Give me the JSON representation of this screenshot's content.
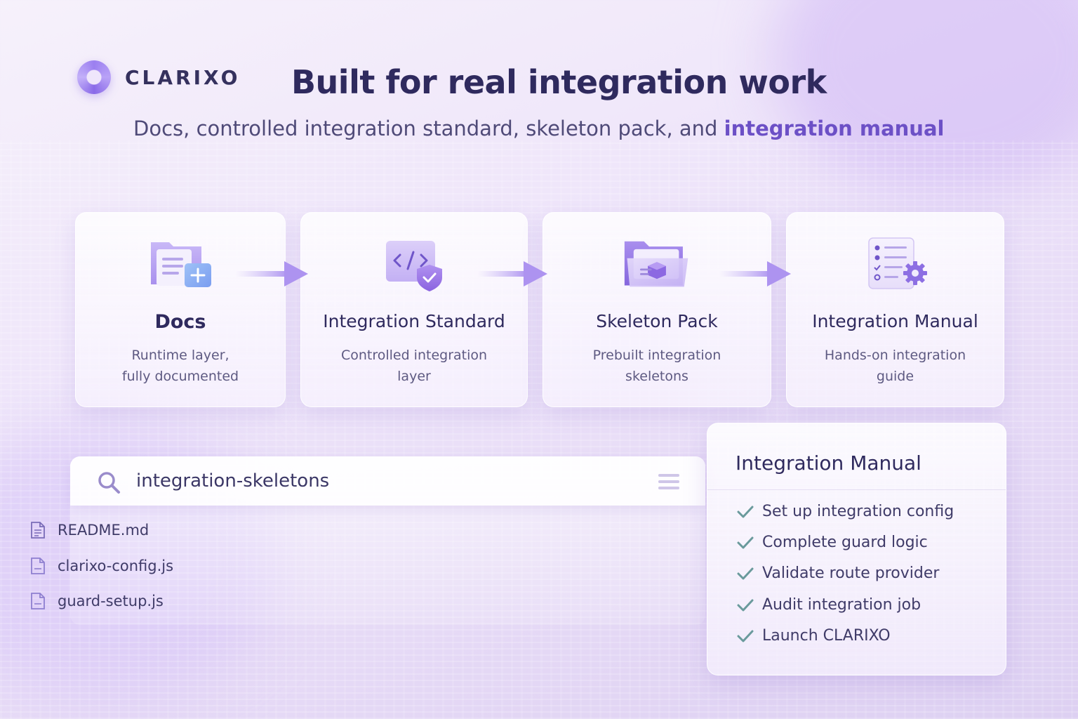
{
  "brand": {
    "name": "CLARIXO",
    "logo_icon": "clarixo-ring-logo"
  },
  "header": {
    "title": "Built for real integration work",
    "subtitle_plain": "Docs, controlled integration standard, skeleton pack, and ",
    "subtitle_strong": "integration manual"
  },
  "colors": {
    "accent": "#6c50c6",
    "arrow": "#b39cf2",
    "check": "#6a9a9c",
    "title": "#2f2a5e"
  },
  "cards": [
    {
      "icon": "folder-plus-icon",
      "title": "Docs",
      "desc_1": "Runtime layer,",
      "desc_2": "fully documented"
    },
    {
      "icon": "code-shield-icon",
      "title": "Integration Standard",
      "desc_1": "Controlled integration",
      "desc_2": "layer"
    },
    {
      "icon": "folder-gem-icon",
      "title": "Skeleton Pack",
      "desc_1": "Prebuilt integration",
      "desc_2": "skeletons"
    },
    {
      "icon": "checklist-gear-icon",
      "title": "Integration Manual",
      "desc_1": "Hands-on integration",
      "desc_2": "guide"
    }
  ],
  "search": {
    "query": "integration-skeletons",
    "files": [
      "README.md",
      "clarixo-config.js",
      "guard-setup.js"
    ]
  },
  "manual": {
    "title": "Integration Manual",
    "items": [
      "Set up integration config",
      "Complete guard logic",
      "Validate route provider",
      "Audit integration job",
      "Launch CLARIXO"
    ]
  }
}
